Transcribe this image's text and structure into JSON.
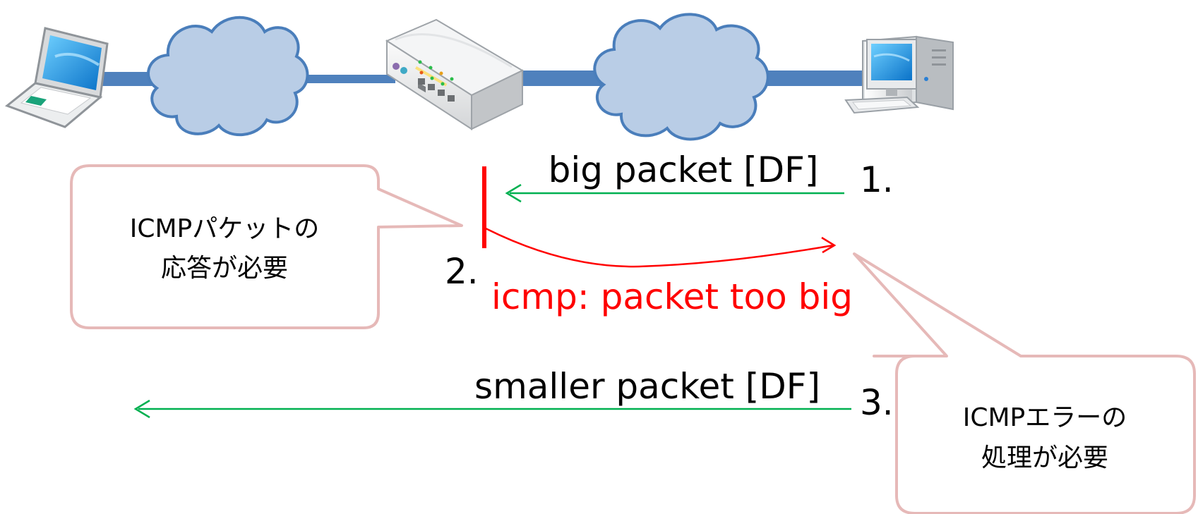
{
  "network": {
    "devices": [
      "laptop-icon",
      "cloud-icon",
      "router-icon",
      "cloud-icon",
      "desktop-pc-icon"
    ],
    "link_color": "#4f81bd",
    "cloud_fill": "#b9cde6",
    "cloud_stroke": "#4a7ebb"
  },
  "steps": [
    {
      "number": "1.",
      "label": "big packet [DF]",
      "color": "#00b050",
      "direction": "toward-router"
    },
    {
      "number": "2.",
      "label": "icmp: packet too big",
      "color": "#ff0000",
      "direction": "back-to-sender"
    },
    {
      "number": "3.",
      "label": "smaller packet [DF]",
      "color": "#00b050",
      "direction": "toward-laptop"
    }
  ],
  "callouts": {
    "left": {
      "line1": "ICMPパケットの",
      "line2": "応答が必要"
    },
    "right": {
      "line1": "ICMPエラーの",
      "line2": "処理が必要"
    },
    "border_color": "#e6b9b8"
  }
}
